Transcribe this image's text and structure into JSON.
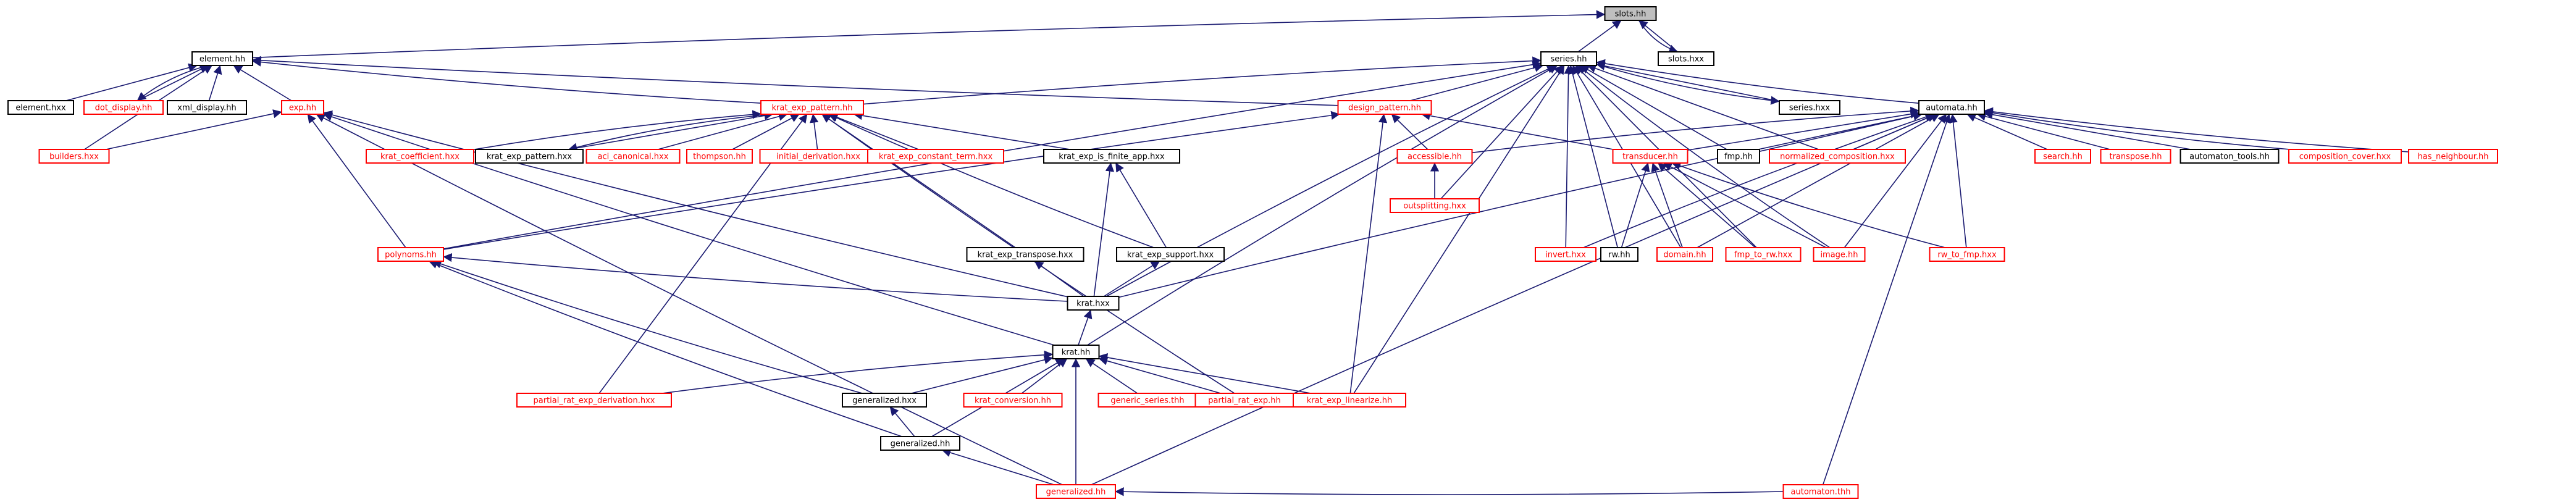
{
  "title": "",
  "colors": {
    "edge": "#191970",
    "normal_border": "#000000",
    "normal_text": "#000000",
    "missing_border": "#ff0000",
    "missing_text": "#ff0000",
    "root_fill": "#bfbfbf",
    "fill": "#ffffff"
  },
  "nodes": [
    {
      "id": "slots_hh",
      "label": "slots.hh",
      "style": "root"
    },
    {
      "id": "element_hh",
      "label": "element.hh",
      "style": "normal"
    },
    {
      "id": "series_hh",
      "label": "series.hh",
      "style": "normal"
    },
    {
      "id": "slots_hxx",
      "label": "slots.hxx",
      "style": "normal"
    },
    {
      "id": "element_hxx",
      "label": "element.hxx",
      "style": "normal"
    },
    {
      "id": "dot_display",
      "label": "dot_display.hh",
      "style": "missing"
    },
    {
      "id": "xml_display",
      "label": "xml_display.hh",
      "style": "normal"
    },
    {
      "id": "builders",
      "label": "builders.hxx",
      "style": "missing"
    },
    {
      "id": "exp_hh",
      "label": "exp.hh",
      "style": "missing"
    },
    {
      "id": "krat_exp_pattern_hh",
      "label": "krat_exp_pattern.hh",
      "style": "missing"
    },
    {
      "id": "design_pattern_hh",
      "label": "design_pattern.hh",
      "style": "missing"
    },
    {
      "id": "automata_hh",
      "label": "automata.hh",
      "style": "normal"
    },
    {
      "id": "series_hxx",
      "label": "series.hxx",
      "style": "normal"
    },
    {
      "id": "krat_coefficient",
      "label": "krat_coefficient.hxx",
      "style": "missing"
    },
    {
      "id": "krat_exp_pattern_hxx",
      "label": "krat_exp_pattern.hxx",
      "style": "normal"
    },
    {
      "id": "aci_canonical",
      "label": "aci_canonical.hxx",
      "style": "missing"
    },
    {
      "id": "thompson",
      "label": "thompson.hh",
      "style": "missing"
    },
    {
      "id": "initial_derivation",
      "label": "initial_derivation.hxx",
      "style": "missing"
    },
    {
      "id": "krat_exp_constant_term",
      "label": "krat_exp_constant_term.hxx",
      "style": "missing"
    },
    {
      "id": "krat_exp_is_finite_app",
      "label": "krat_exp_is_finite_app.hxx",
      "style": "normal"
    },
    {
      "id": "accessible",
      "label": "accessible.hh",
      "style": "missing"
    },
    {
      "id": "transducer",
      "label": "transducer.hh",
      "style": "missing"
    },
    {
      "id": "fmp_hh",
      "label": "fmp.hh",
      "style": "normal"
    },
    {
      "id": "normalized_composition",
      "label": "normalized_composition.hxx",
      "style": "missing"
    },
    {
      "id": "search",
      "label": "search.hh",
      "style": "missing"
    },
    {
      "id": "transpose",
      "label": "transpose.hh",
      "style": "missing"
    },
    {
      "id": "automaton_tools",
      "label": "automaton_tools.hh",
      "style": "normal"
    },
    {
      "id": "composition_cover",
      "label": "composition_cover.hxx",
      "style": "missing"
    },
    {
      "id": "has_neighbour",
      "label": "has_neighbour.hh",
      "style": "missing"
    },
    {
      "id": "polynoms",
      "label": "polynoms.hh",
      "style": "missing"
    },
    {
      "id": "krat_exp_transpose",
      "label": "krat_exp_transpose.hxx",
      "style": "normal"
    },
    {
      "id": "krat_exp_support",
      "label": "krat_exp_support.hxx",
      "style": "normal"
    },
    {
      "id": "outsplitting",
      "label": "outsplitting.hxx",
      "style": "missing"
    },
    {
      "id": "invert",
      "label": "invert.hxx",
      "style": "missing"
    },
    {
      "id": "rw_hh",
      "label": "rw.hh",
      "style": "normal"
    },
    {
      "id": "domain",
      "label": "domain.hh",
      "style": "missing"
    },
    {
      "id": "fmp_to_rw",
      "label": "fmp_to_rw.hxx",
      "style": "missing"
    },
    {
      "id": "image",
      "label": "image.hh",
      "style": "missing"
    },
    {
      "id": "rw_to_fmp",
      "label": "rw_to_fmp.hxx",
      "style": "missing"
    },
    {
      "id": "krat_hxx",
      "label": "krat.hxx",
      "style": "normal"
    },
    {
      "id": "krat_hh",
      "label": "krat.hh",
      "style": "normal"
    },
    {
      "id": "partial_rat_exp_derivation",
      "label": "partial_rat_exp_derivation.hxx",
      "style": "missing"
    },
    {
      "id": "generalized_hxx",
      "label": "generalized.hxx",
      "style": "normal"
    },
    {
      "id": "krat_conversion",
      "label": "krat_conversion.hh",
      "style": "missing"
    },
    {
      "id": "generic_series",
      "label": "generic_series.thh",
      "style": "missing"
    },
    {
      "id": "partial_rat_exp",
      "label": "partial_rat_exp.hh",
      "style": "missing"
    },
    {
      "id": "krat_exp_linearize",
      "label": "krat_exp_linearize.hh",
      "style": "missing"
    },
    {
      "id": "generalized_hh_black",
      "label": "generalized.hh",
      "style": "normal"
    },
    {
      "id": "generalized_hh_red",
      "label": "generalized.hh",
      "style": "missing"
    },
    {
      "id": "automaton_thh",
      "label": "automaton.thh",
      "style": "missing"
    }
  ],
  "edges": [
    [
      "slots_hh",
      "element_hh"
    ],
    [
      "slots_hh",
      "series_hh"
    ],
    [
      "slots_hh",
      "slots_hxx"
    ],
    [
      "slots_hxx",
      "slots_hh"
    ],
    [
      "element_hh",
      "element_hxx"
    ],
    [
      "element_hh",
      "dot_display"
    ],
    [
      "dot_display",
      "element_hh"
    ],
    [
      "element_hh",
      "xml_display"
    ],
    [
      "element_hh",
      "builders"
    ],
    [
      "element_hh",
      "exp_hh"
    ],
    [
      "element_hh",
      "krat_exp_pattern_hh"
    ],
    [
      "element_hh",
      "design_pattern_hh"
    ],
    [
      "series_hh",
      "krat_exp_pattern_hh"
    ],
    [
      "series_hh",
      "design_pattern_hh"
    ],
    [
      "series_hh",
      "series_hxx"
    ],
    [
      "series_hh",
      "automata_hh"
    ],
    [
      "series_hh",
      "polynoms"
    ],
    [
      "series_hh",
      "krat_hxx"
    ],
    [
      "series_hh",
      "krat_hh"
    ],
    [
      "series_hh",
      "fmp_hh"
    ],
    [
      "series_hh",
      "normalized_composition"
    ],
    [
      "series_hh",
      "invert"
    ],
    [
      "series_hh",
      "rw_hh"
    ],
    [
      "series_hh",
      "image"
    ],
    [
      "series_hh",
      "krat_exp_linearize"
    ],
    [
      "series_hh",
      "outsplitting"
    ],
    [
      "series_hh",
      "domain"
    ],
    [
      "series_hh",
      "fmp_to_rw"
    ],
    [
      "series_hxx",
      "series_hh"
    ],
    [
      "exp_hh",
      "builders"
    ],
    [
      "exp_hh",
      "polynoms"
    ],
    [
      "exp_hh",
      "krat_hxx"
    ],
    [
      "exp_hh",
      "krat_hh"
    ],
    [
      "exp_hh",
      "generalized_hh_red"
    ],
    [
      "krat_exp_pattern_hh",
      "krat_coefficient"
    ],
    [
      "krat_exp_pattern_hh",
      "krat_exp_pattern_hxx"
    ],
    [
      "krat_exp_pattern_hxx",
      "krat_exp_pattern_hh"
    ],
    [
      "krat_exp_pattern_hh",
      "aci_canonical"
    ],
    [
      "krat_exp_pattern_hh",
      "thompson"
    ],
    [
      "krat_exp_pattern_hh",
      "initial_derivation"
    ],
    [
      "krat_exp_pattern_hh",
      "krat_exp_constant_term"
    ],
    [
      "krat_exp_pattern_hh",
      "krat_exp_is_finite_app"
    ],
    [
      "krat_exp_pattern_hh",
      "krat_exp_transpose"
    ],
    [
      "krat_exp_pattern_hh",
      "krat_exp_support"
    ],
    [
      "krat_exp_pattern_hh",
      "partial_rat_exp"
    ],
    [
      "krat_exp_pattern_hh",
      "partial_rat_exp_derivation"
    ],
    [
      "design_pattern_hh",
      "accessible"
    ],
    [
      "design_pattern_hh",
      "transducer"
    ],
    [
      "design_pattern_hh",
      "polynoms"
    ],
    [
      "design_pattern_hh",
      "krat_exp_linearize"
    ],
    [
      "automata_hh",
      "accessible"
    ],
    [
      "automata_hh",
      "transducer"
    ],
    [
      "automata_hh",
      "fmp_hh"
    ],
    [
      "automata_hh",
      "normalized_composition"
    ],
    [
      "automata_hh",
      "search"
    ],
    [
      "automata_hh",
      "transpose"
    ],
    [
      "automata_hh",
      "automaton_tools"
    ],
    [
      "automata_hh",
      "composition_cover"
    ],
    [
      "automata_hh",
      "has_neighbour"
    ],
    [
      "automata_hh",
      "krat_hxx"
    ],
    [
      "automata_hh",
      "image"
    ],
    [
      "automata_hh",
      "rw_to_fmp"
    ],
    [
      "automata_hh",
      "domain"
    ],
    [
      "automata_hh",
      "invert"
    ],
    [
      "automata_hh",
      "generalized_hh_red"
    ],
    [
      "automata_hh",
      "automaton_thh"
    ],
    [
      "accessible",
      "outsplitting"
    ],
    [
      "transducer",
      "rw_hh"
    ],
    [
      "transducer",
      "domain"
    ],
    [
      "transducer",
      "fmp_to_rw"
    ],
    [
      "transducer",
      "image"
    ],
    [
      "transducer",
      "rw_to_fmp"
    ],
    [
      "krat_exp_is_finite_app",
      "krat_exp_support"
    ],
    [
      "krat_exp_is_finite_app",
      "krat_hxx"
    ],
    [
      "krat_exp_transpose",
      "krat_hxx"
    ],
    [
      "krat_exp_support",
      "krat_hxx"
    ],
    [
      "polynoms",
      "krat_hxx"
    ],
    [
      "krat_hxx",
      "krat_hh"
    ],
    [
      "polynoms",
      "generalized_hxx"
    ],
    [
      "polynoms",
      "generalized_hh_black"
    ],
    [
      "krat_hh",
      "partial_rat_exp_derivation"
    ],
    [
      "krat_hh",
      "generalized_hxx"
    ],
    [
      "krat_hh",
      "krat_conversion"
    ],
    [
      "krat_hh",
      "generic_series"
    ],
    [
      "krat_hh",
      "partial_rat_exp"
    ],
    [
      "krat_hh",
      "krat_exp_linearize"
    ],
    [
      "krat_hh",
      "generalized_hh_black"
    ],
    [
      "krat_hh",
      "generalized_hh_red"
    ],
    [
      "generalized_hxx",
      "generalized_hh_black"
    ],
    [
      "generalized_hh_black",
      "generalized_hh_red"
    ],
    [
      "generalized_hh_red",
      "automaton_thh"
    ]
  ]
}
